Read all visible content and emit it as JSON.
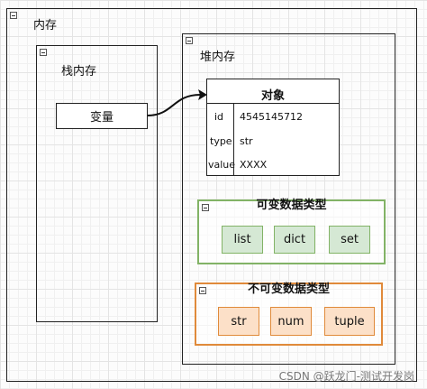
{
  "memory": {
    "title": "内存"
  },
  "stack": {
    "title": "栈内存",
    "variable": "变量"
  },
  "heap": {
    "title": "堆内存"
  },
  "object": {
    "title": "对象",
    "rows": [
      {
        "key": "id",
        "value": "4545145712"
      },
      {
        "key": "type",
        "value": "str"
      },
      {
        "key": "value",
        "value": "XXXX"
      }
    ]
  },
  "mutable": {
    "title": "可变数据类型",
    "items": [
      "list",
      "dict",
      "set"
    ],
    "color": "#82b366"
  },
  "immutable": {
    "title": "不可变数据类型",
    "items": [
      "str",
      "num",
      "tuple"
    ],
    "color": "#e08a3a"
  },
  "watermark": "CSDN @跃龙门-测试开发岗"
}
